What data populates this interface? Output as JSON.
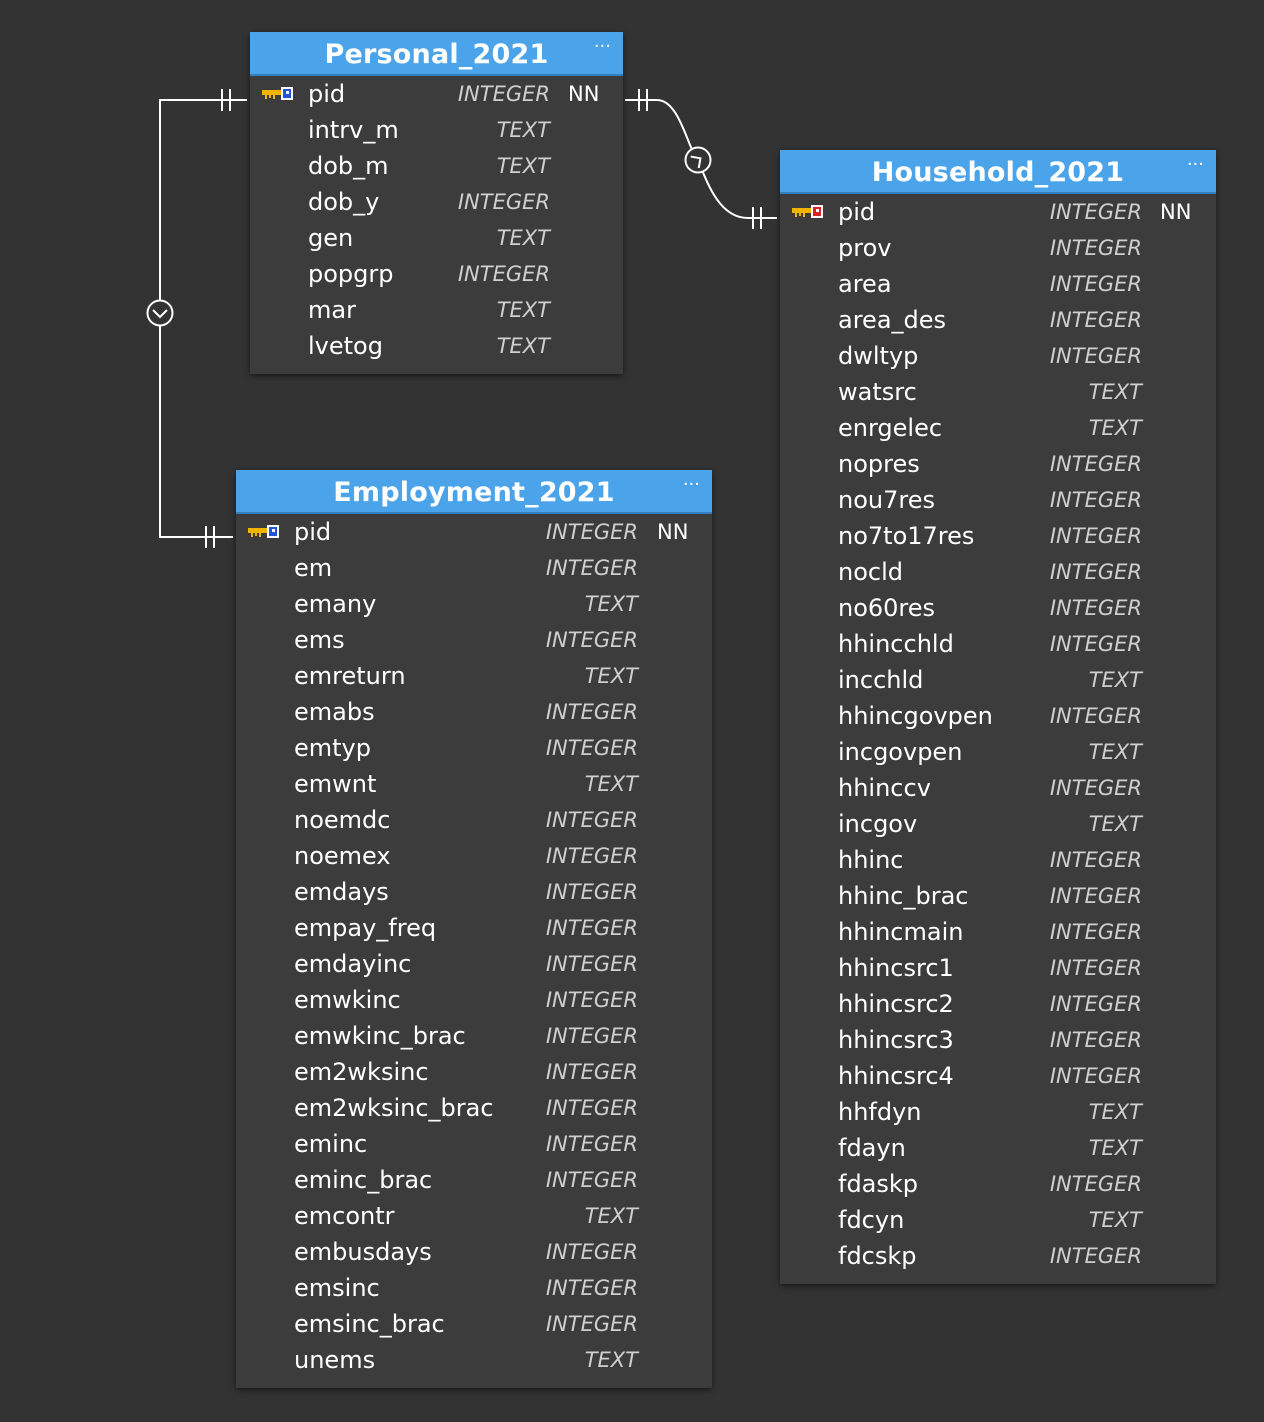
{
  "tables": {
    "personal": {
      "title": "Personal_2021",
      "menu": "···",
      "columns": [
        {
          "name": "pid",
          "type": "INTEGER",
          "nn": "NN",
          "key": "primary"
        },
        {
          "name": "intrv_m",
          "type": "TEXT"
        },
        {
          "name": "dob_m",
          "type": "TEXT"
        },
        {
          "name": "dob_y",
          "type": "INTEGER"
        },
        {
          "name": "gen",
          "type": "TEXT"
        },
        {
          "name": "popgrp",
          "type": "INTEGER"
        },
        {
          "name": "mar",
          "type": "TEXT"
        },
        {
          "name": "lvetog",
          "type": "TEXT"
        }
      ]
    },
    "household": {
      "title": "Household_2021",
      "menu": "···",
      "columns": [
        {
          "name": "pid",
          "type": "INTEGER",
          "nn": "NN",
          "key": "foreign"
        },
        {
          "name": "prov",
          "type": "INTEGER"
        },
        {
          "name": "area",
          "type": "INTEGER"
        },
        {
          "name": "area_des",
          "type": "INTEGER"
        },
        {
          "name": "dwltyp",
          "type": "INTEGER"
        },
        {
          "name": "watsrc",
          "type": "TEXT"
        },
        {
          "name": "enrgelec",
          "type": "TEXT"
        },
        {
          "name": "nopres",
          "type": "INTEGER"
        },
        {
          "name": "nou7res",
          "type": "INTEGER"
        },
        {
          "name": "no7to17res",
          "type": "INTEGER"
        },
        {
          "name": "nocld",
          "type": "INTEGER"
        },
        {
          "name": "no60res",
          "type": "INTEGER"
        },
        {
          "name": "hhincchld",
          "type": "INTEGER"
        },
        {
          "name": "incchld",
          "type": "TEXT"
        },
        {
          "name": "hhincgovpen",
          "type": "INTEGER"
        },
        {
          "name": "incgovpen",
          "type": "TEXT"
        },
        {
          "name": "hhinccv",
          "type": "INTEGER"
        },
        {
          "name": "incgov",
          "type": "TEXT"
        },
        {
          "name": "hhinc",
          "type": "INTEGER"
        },
        {
          "name": "hhinc_brac",
          "type": "INTEGER"
        },
        {
          "name": "hhincmain",
          "type": "INTEGER"
        },
        {
          "name": "hhincsrc1",
          "type": "INTEGER"
        },
        {
          "name": "hhincsrc2",
          "type": "INTEGER"
        },
        {
          "name": "hhincsrc3",
          "type": "INTEGER"
        },
        {
          "name": "hhincsrc4",
          "type": "INTEGER"
        },
        {
          "name": "hhfdyn",
          "type": "TEXT"
        },
        {
          "name": "fdayn",
          "type": "TEXT"
        },
        {
          "name": "fdaskp",
          "type": "INTEGER"
        },
        {
          "name": "fdcyn",
          "type": "TEXT"
        },
        {
          "name": "fdcskp",
          "type": "INTEGER"
        }
      ]
    },
    "employment": {
      "title": "Employment_2021",
      "menu": "···",
      "columns": [
        {
          "name": "pid",
          "type": "INTEGER",
          "nn": "NN",
          "key": "primary"
        },
        {
          "name": "em",
          "type": "INTEGER"
        },
        {
          "name": "emany",
          "type": "TEXT"
        },
        {
          "name": "ems",
          "type": "INTEGER"
        },
        {
          "name": "emreturn",
          "type": "TEXT"
        },
        {
          "name": "emabs",
          "type": "INTEGER"
        },
        {
          "name": "emtyp",
          "type": "INTEGER"
        },
        {
          "name": "emwnt",
          "type": "TEXT"
        },
        {
          "name": "noemdc",
          "type": "INTEGER"
        },
        {
          "name": "noemex",
          "type": "INTEGER"
        },
        {
          "name": "emdays",
          "type": "INTEGER"
        },
        {
          "name": "empay_freq",
          "type": "INTEGER"
        },
        {
          "name": "emdayinc",
          "type": "INTEGER"
        },
        {
          "name": "emwkinc",
          "type": "INTEGER"
        },
        {
          "name": "emwkinc_brac",
          "type": "INTEGER"
        },
        {
          "name": "em2wksinc",
          "type": "INTEGER"
        },
        {
          "name": "em2wksinc_brac",
          "type": "INTEGER"
        },
        {
          "name": "eminc",
          "type": "INTEGER"
        },
        {
          "name": "eminc_brac",
          "type": "INTEGER"
        },
        {
          "name": "emcontr",
          "type": "TEXT"
        },
        {
          "name": "embusdays",
          "type": "INTEGER"
        },
        {
          "name": "emsinc",
          "type": "INTEGER"
        },
        {
          "name": "emsinc_brac",
          "type": "INTEGER"
        },
        {
          "name": "unems",
          "type": "TEXT"
        }
      ]
    }
  },
  "colors": {
    "background": "#333333",
    "table_body": "#3c3c3c",
    "header": "#4ba3ea",
    "primary_key_marker": "#2255dd",
    "foreign_key_marker": "#dd2222",
    "key_gold": "#f0b400",
    "connector": "#ffffff"
  }
}
